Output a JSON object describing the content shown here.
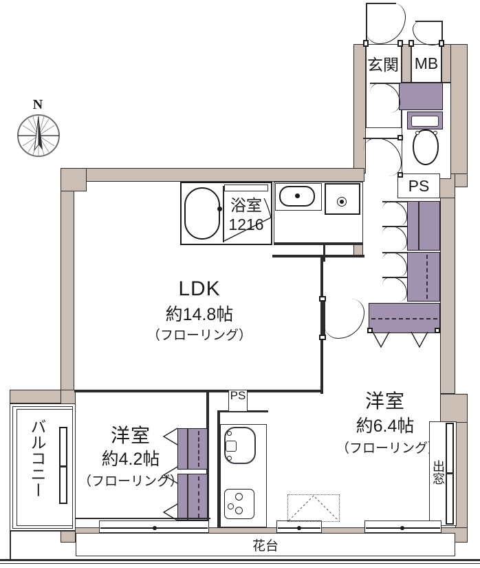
{
  "plan": {
    "type": "japanese-apartment-floorplan",
    "compass": {
      "north_label": "N",
      "icon": "compass-rose-icon"
    },
    "rooms": [
      {
        "id": "ldk",
        "name": "LDK",
        "area": "約14.8帖",
        "flooring": "（フローリング）"
      },
      {
        "id": "washitsu1",
        "name": "洋室",
        "area": "約4.2帖",
        "flooring": "（フローリング）"
      },
      {
        "id": "washitsu2",
        "name": "洋室",
        "area": "約6.4帖",
        "flooring": "（フローリング）"
      },
      {
        "id": "bath",
        "name": "浴室",
        "area": "1216",
        "flooring": ""
      },
      {
        "id": "genkan",
        "name": "玄関",
        "area": "",
        "flooring": ""
      }
    ],
    "labels": {
      "ldk_name": "LDK",
      "ldk_area": "約14.8帖",
      "ldk_floor": "（フローリング）",
      "bath_name": "浴室",
      "bath_size": "1216",
      "genkan": "玄関",
      "meter_box": "MB",
      "pipe_shaft_upper": "PS",
      "pipe_shaft_lower": "PS",
      "balcony": "バルコニー",
      "bay_window": "出窓",
      "flower_stand": "花台",
      "room_left_name": "洋室",
      "room_left_area": "約4.2帖",
      "room_left_floor": "（フローリング）",
      "room_right_name": "洋室",
      "room_right_area": "約6.4帖",
      "room_right_floor": "（フローリング）"
    },
    "colors": {
      "wall": "#cbbeb4",
      "closet": "#a193b0",
      "outline": "#1a1a1a",
      "background": "#ffffff",
      "compass": "#3a3a40"
    },
    "fixtures": [
      {
        "name": "bathtub",
        "room": "bath"
      },
      {
        "name": "washbasin",
        "room": "washroom"
      },
      {
        "name": "washing-machine",
        "room": "washroom"
      },
      {
        "name": "toilet",
        "room": "toilet"
      },
      {
        "name": "kitchen-sink",
        "room": "ldk"
      },
      {
        "name": "gas-stove",
        "room": "ldk"
      }
    ]
  }
}
